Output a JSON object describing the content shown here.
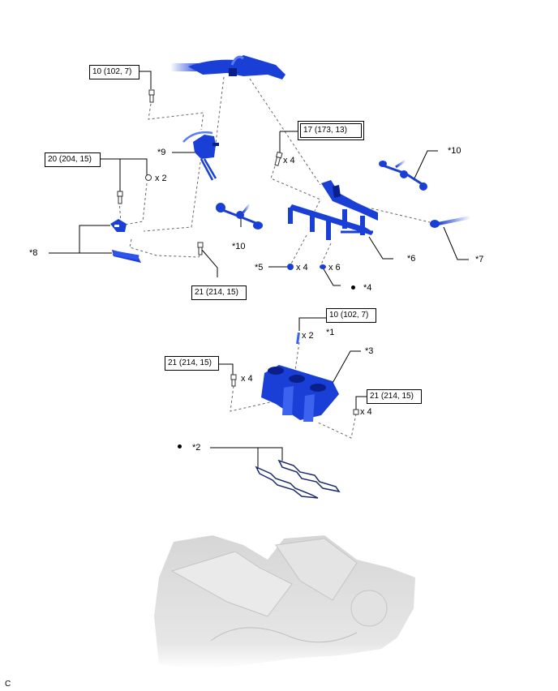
{
  "diagram": {
    "type": "exploded-parts-illustration",
    "subject": "Intake manifold / fuel delivery assembly over engine",
    "corner_code": "C",
    "torque_boxes": [
      {
        "id": "t1",
        "text": "10 (102, 7)"
      },
      {
        "id": "t2",
        "text": "17 (173, 13)"
      },
      {
        "id": "t3",
        "text": "20 (204, 15)"
      },
      {
        "id": "t4",
        "text": "21 (214, 15)"
      },
      {
        "id": "t5",
        "text": "10 (102, 7)"
      },
      {
        "id": "t6",
        "text": "21 (214, 15)"
      },
      {
        "id": "t7",
        "text": "21 (214, 15)"
      }
    ],
    "quantities": {
      "q_nut_bracket": "x 2",
      "q_fuelrail_bolt": "x 4",
      "q_insulator": "x 4",
      "q_oring": "x 6",
      "q_stud": "x 2",
      "q_manifold_left": "x 4",
      "q_manifold_right": "x 4"
    },
    "callouts": {
      "c1": "*1",
      "c2": "*2",
      "c3": "*3",
      "c4": "*4",
      "c5": "*5",
      "c6": "*6",
      "c7": "*7",
      "c8": "*8",
      "c9": "*9",
      "c10a": "*10",
      "c10b": "*10"
    },
    "colors": {
      "part_blue": "#1a3fd6",
      "part_dark": "#0b1f8a",
      "gasket": "#1b2a6b",
      "engine_gray": "#d8d8d8",
      "line": "#000000",
      "dashed": "#666666"
    }
  }
}
